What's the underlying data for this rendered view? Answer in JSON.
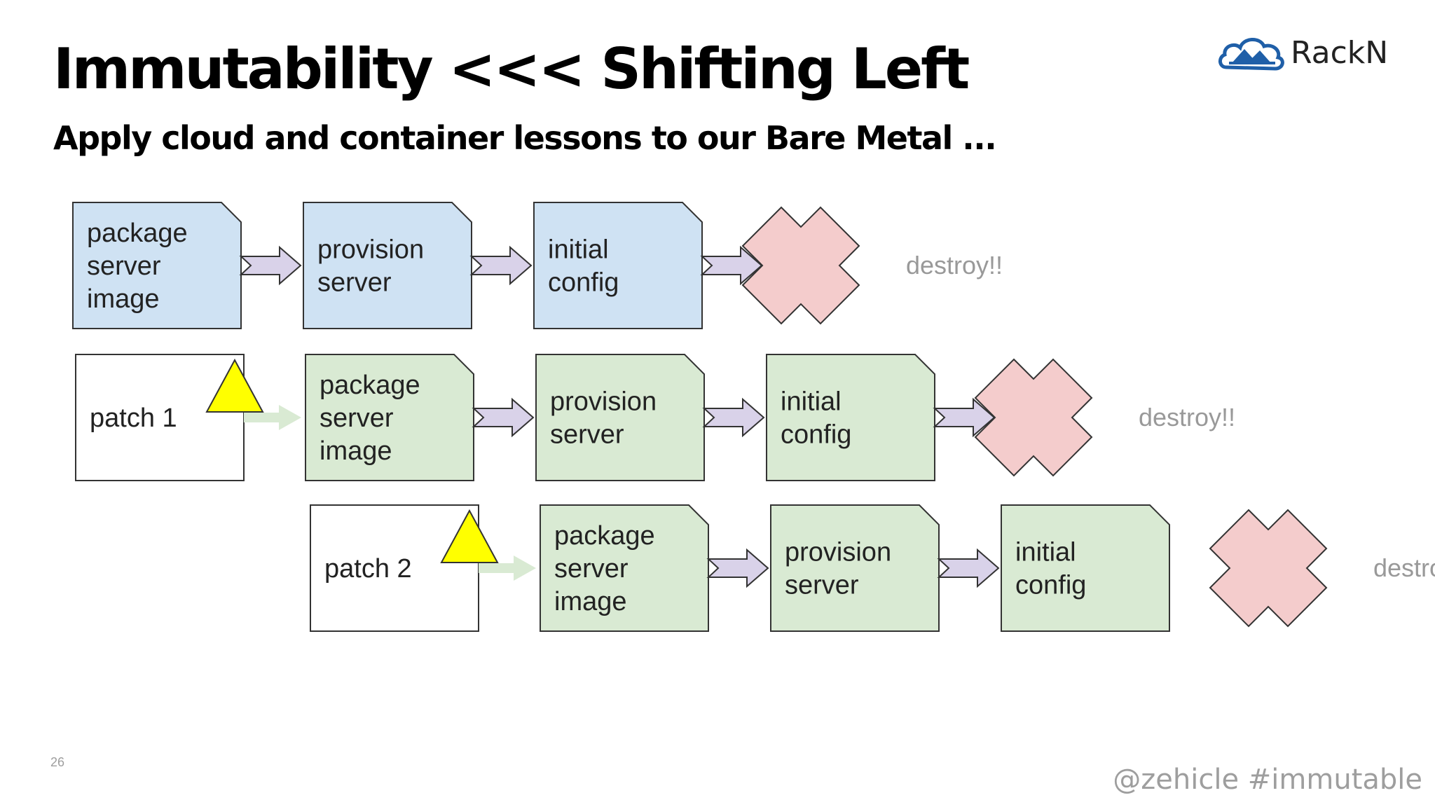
{
  "slide": {
    "title": "Immutability <<< Shifting Left",
    "subtitle": "Apply cloud and container lessons to our Bare Metal ...",
    "page_number": "26",
    "footer": "@zehicle #immutable",
    "logo_text": "RackN"
  },
  "colors": {
    "blue_fill": "#cfe2f3",
    "green_fill": "#d9ead3",
    "arrow_fill": "#d9d2e9",
    "faded_arrow": "#d9ead3",
    "x_fill": "#f4cccc",
    "triangle_fill": "#ffff00",
    "muted_text": "#999999",
    "logo_blue": "#1f5fa8"
  },
  "diagram": {
    "rows": [
      {
        "patch": null,
        "steps": [
          {
            "lines": [
              "package",
              "server",
              "image"
            ]
          },
          {
            "lines": [
              "provision",
              "server"
            ]
          },
          {
            "lines": [
              "initial",
              "config"
            ]
          }
        ],
        "end_label": "destroy!!"
      },
      {
        "patch": {
          "label": "patch 1"
        },
        "steps": [
          {
            "lines": [
              "package",
              "server",
              "image"
            ]
          },
          {
            "lines": [
              "provision",
              "server"
            ]
          },
          {
            "lines": [
              "initial",
              "config"
            ]
          }
        ],
        "end_label": "destroy!!"
      },
      {
        "patch": {
          "label": "patch 2"
        },
        "steps": [
          {
            "lines": [
              "package",
              "server",
              "image"
            ]
          },
          {
            "lines": [
              "provision",
              "server"
            ]
          },
          {
            "lines": [
              "initial",
              "config"
            ]
          }
        ],
        "end_label": "destroy!!"
      }
    ]
  }
}
